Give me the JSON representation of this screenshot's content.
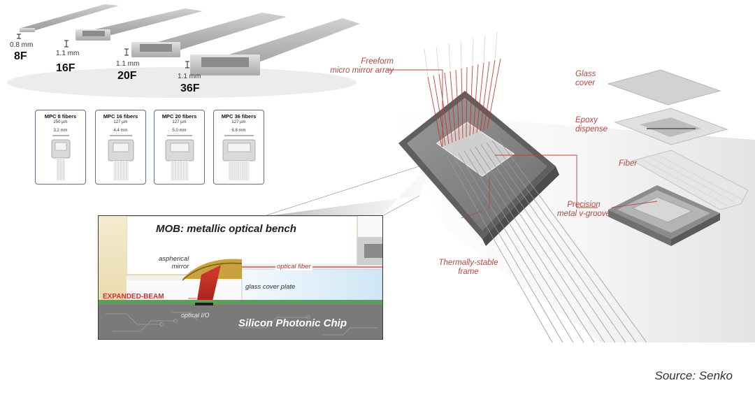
{
  "connectors": [
    {
      "thickness": "0.8 mm",
      "label": "8F"
    },
    {
      "thickness": "1.1 mm",
      "label": "16F"
    },
    {
      "thickness": "1.1 mm",
      "label": "20F"
    },
    {
      "thickness": "1.1 mm",
      "label": "36F"
    }
  ],
  "mpc_cards": [
    {
      "title": "MPC 8 fibers",
      "pitch": "250 µm",
      "width": "3.2 mm"
    },
    {
      "title": "MPC 16 fibers",
      "pitch": "127 µm",
      "width": "4.4 mm"
    },
    {
      "title": "MPC 20 fibers",
      "pitch": "127 µm",
      "width": "5.0 mm"
    },
    {
      "title": "MPC 36 fibers",
      "pitch": "127 µm",
      "width": "6.8 mm"
    }
  ],
  "callouts": {
    "mirror_array": [
      "Freeform",
      "micro mirror array"
    ],
    "frame": [
      "Thermally-stable",
      "frame"
    ],
    "vgroove": [
      "Precision",
      "metal v-groove"
    ],
    "glass_cover": [
      "Glass",
      "cover"
    ],
    "epoxy": [
      "Epoxy",
      "dispense"
    ],
    "fiber": "Fiber"
  },
  "inset": {
    "title": "MOB: metallic optical bench",
    "aspherical_mirror": [
      "aspherical",
      "mirror"
    ],
    "optical_fiber": "optical fiber",
    "glass_cover_plate": "glass cover plate",
    "expanded_beam": "EXPANDED-BEAM",
    "optical_io": "optical I/O",
    "chip": "Silicon Photonic Chip"
  },
  "source": "Source: Senko",
  "colors": {
    "accent_red": "#b4473f",
    "beam_red": "#c8332b",
    "card_border": "#5a6f9e",
    "chip_green": "#5e9d5a",
    "chip_gray": "#7a7a7a"
  }
}
